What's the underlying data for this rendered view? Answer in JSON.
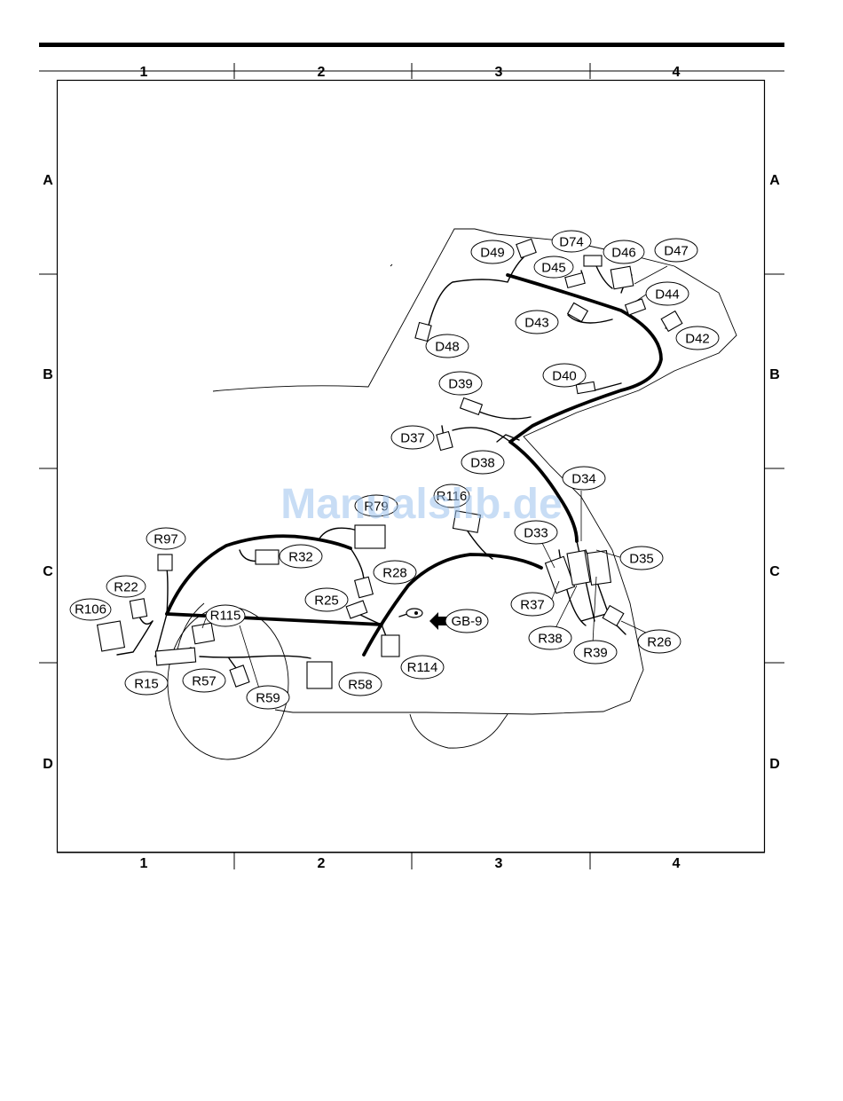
{
  "grid": {
    "columns": [
      "1",
      "2",
      "3",
      "4"
    ],
    "rows": [
      "A",
      "B",
      "C",
      "D"
    ]
  },
  "watermark": "Manualslib.de",
  "connectors": [
    {
      "id": "D49",
      "label": "D49"
    },
    {
      "id": "D74",
      "label": "D74"
    },
    {
      "id": "D46",
      "label": "D46"
    },
    {
      "id": "D47",
      "label": "D47"
    },
    {
      "id": "D45",
      "label": "D45"
    },
    {
      "id": "D44",
      "label": "D44"
    },
    {
      "id": "D43",
      "label": "D43"
    },
    {
      "id": "D42",
      "label": "D42"
    },
    {
      "id": "D48",
      "label": "D48"
    },
    {
      "id": "D40",
      "label": "D40"
    },
    {
      "id": "D39",
      "label": "D39"
    },
    {
      "id": "D37",
      "label": "D37"
    },
    {
      "id": "D38",
      "label": "D38"
    },
    {
      "id": "D34",
      "label": "D34"
    },
    {
      "id": "R116",
      "label": "R116"
    },
    {
      "id": "R79",
      "label": "R79"
    },
    {
      "id": "D33",
      "label": "D33"
    },
    {
      "id": "D35",
      "label": "D35"
    },
    {
      "id": "R97",
      "label": "R97"
    },
    {
      "id": "R32",
      "label": "R32"
    },
    {
      "id": "R28",
      "label": "R28"
    },
    {
      "id": "R22",
      "label": "R22"
    },
    {
      "id": "R25",
      "label": "R25"
    },
    {
      "id": "R37",
      "label": "R37"
    },
    {
      "id": "R106",
      "label": "R106"
    },
    {
      "id": "R115",
      "label": "R115"
    },
    {
      "id": "GB-9",
      "label": "GB-9"
    },
    {
      "id": "R38",
      "label": "R38"
    },
    {
      "id": "R26",
      "label": "R26"
    },
    {
      "id": "R39",
      "label": "R39"
    },
    {
      "id": "R114",
      "label": "R114"
    },
    {
      "id": "R15",
      "label": "R15"
    },
    {
      "id": "R57",
      "label": "R57"
    },
    {
      "id": "R58",
      "label": "R58"
    },
    {
      "id": "R59",
      "label": "R59"
    }
  ]
}
